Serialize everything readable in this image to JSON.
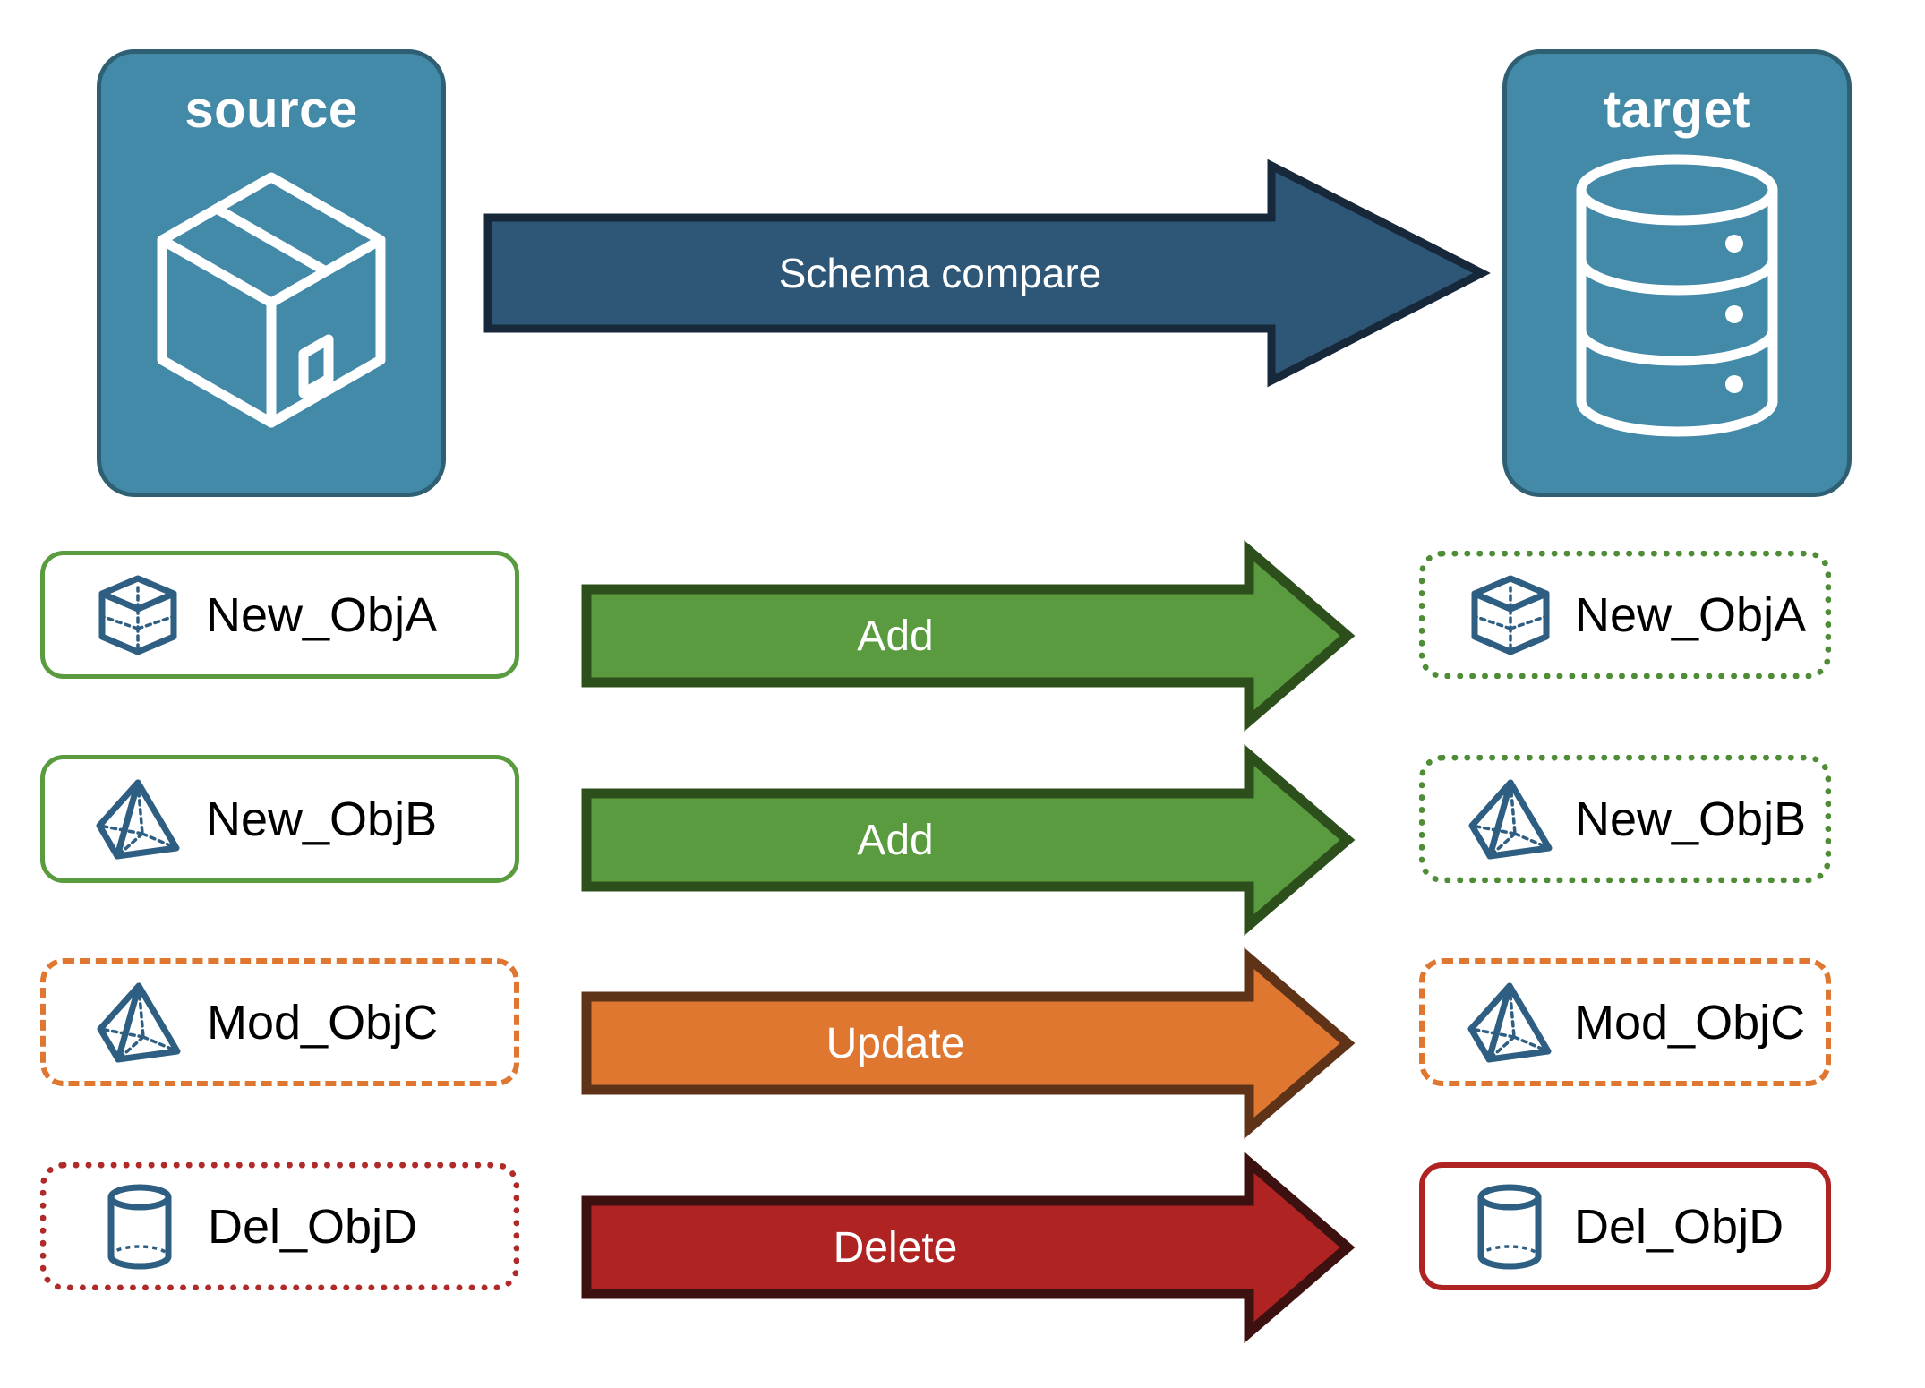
{
  "endpoints": {
    "source": {
      "title": "source",
      "icon": "package-box-icon"
    },
    "target": {
      "title": "target",
      "icon": "database-cylinder-icon"
    }
  },
  "main_arrow": {
    "label": "Schema compare",
    "fill": "#2e5676",
    "stroke": "#17283a"
  },
  "colors": {
    "endpoint_fill": "#4389a8",
    "endpoint_stroke": "#2e5f73",
    "object_icon": "#2e5f82",
    "add_green": "#5a9b3f",
    "add_green_dark": "#2d4f1c",
    "update_orange": "#df7731",
    "update_orange_dark": "#5e3318",
    "delete_red": "#b02323",
    "delete_red_dark": "#3e1111",
    "text_dark": "#000000",
    "text_light": "#ffffff"
  },
  "rows": [
    {
      "source": {
        "label": "New_ObjA",
        "icon": "wireframe-cube-icon",
        "border": "solid-green"
      },
      "action": {
        "label": "Add",
        "fill": "#5a9b3f",
        "stroke": "#2d4f1c"
      },
      "target": {
        "label": "New_ObjA",
        "icon": "wireframe-cube-icon",
        "border": "dotted-green"
      }
    },
    {
      "source": {
        "label": "New_ObjB",
        "icon": "wireframe-pyramid-icon",
        "border": "solid-green"
      },
      "action": {
        "label": "Add",
        "fill": "#5a9b3f",
        "stroke": "#2d4f1c"
      },
      "target": {
        "label": "New_ObjB",
        "icon": "wireframe-pyramid-icon",
        "border": "dotted-green"
      }
    },
    {
      "source": {
        "label": "Mod_ObjC",
        "icon": "wireframe-pyramid-icon",
        "border": "dashed-orange"
      },
      "action": {
        "label": "Update",
        "fill": "#df7731",
        "stroke": "#5e3318"
      },
      "target": {
        "label": "Mod_ObjC",
        "icon": "wireframe-pyramid-icon",
        "border": "dashed-orange"
      }
    },
    {
      "source": {
        "label": "Del_ObjD",
        "icon": "wireframe-cylinder-icon",
        "border": "dotted-red"
      },
      "action": {
        "label": "Delete",
        "fill": "#b02323",
        "stroke": "#3e1111"
      },
      "target": {
        "label": "Del_ObjD",
        "icon": "wireframe-cylinder-icon",
        "border": "solid-red"
      }
    }
  ]
}
